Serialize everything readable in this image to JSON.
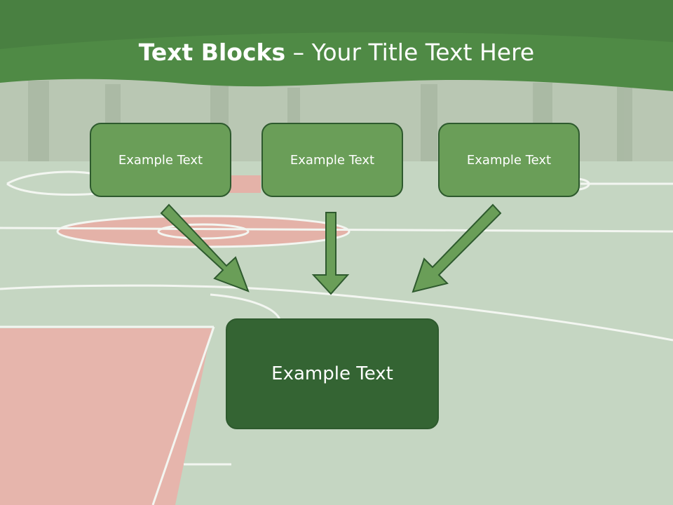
{
  "slide": {
    "title_bold": "Text Blocks",
    "title_rest": "– Your Title Text Here",
    "top_boxes": [
      {
        "label": "Example Text"
      },
      {
        "label": "Example Text"
      },
      {
        "label": "Example Text"
      }
    ],
    "bottom_box": {
      "label": "Example Text"
    }
  },
  "colors": {
    "header_green": "#4f8a45",
    "box_green": "#6a9e58",
    "dark_box_green": "#346433",
    "arrow_fill": "#6a9e58",
    "arrow_stroke": "#2e5a2e",
    "court_green": "#c9d9c6",
    "court_red": "#e8b3ab"
  }
}
